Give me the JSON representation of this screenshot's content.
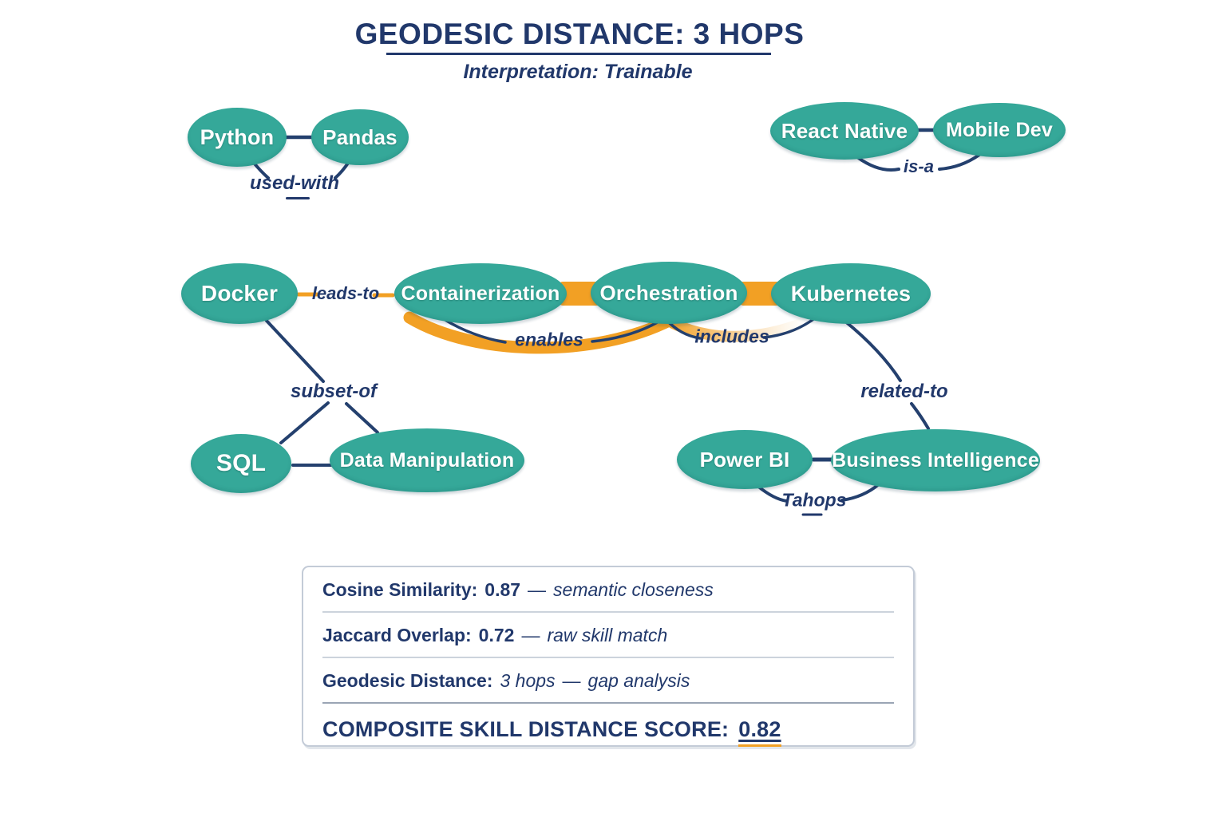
{
  "header": {
    "title": "GEODESIC DISTANCE: 3 HOPS",
    "subtitle": "Interpretation: Trainable"
  },
  "graph": {
    "nodes": [
      {
        "id": "python",
        "label": "Python"
      },
      {
        "id": "pandas",
        "label": "Pandas"
      },
      {
        "id": "react-native",
        "label": "React Native"
      },
      {
        "id": "mobile-dev",
        "label": "Mobile Dev"
      },
      {
        "id": "docker",
        "label": "Docker"
      },
      {
        "id": "containerization",
        "label": "Containerization"
      },
      {
        "id": "orchestration",
        "label": "Orchestration"
      },
      {
        "id": "kubernetes",
        "label": "Kubernetes"
      },
      {
        "id": "sql",
        "label": "SQL"
      },
      {
        "id": "data-manipulation",
        "label": "Data Manipulation"
      },
      {
        "id": "power-bi",
        "label": "Power BI"
      },
      {
        "id": "business-intelligence",
        "label": "Business Intelligence"
      }
    ],
    "edge_labels": [
      {
        "id": "used-with",
        "label": "used-with"
      },
      {
        "id": "is-a",
        "label": "is-a"
      },
      {
        "id": "leads-to",
        "label": "leads-to"
      },
      {
        "id": "enables",
        "label": "enables"
      },
      {
        "id": "includes",
        "label": "includes"
      },
      {
        "id": "subset-of",
        "label": "subset-of"
      },
      {
        "id": "related-to",
        "label": "related-to"
      },
      {
        "id": "tahops",
        "label": "Tahops"
      }
    ],
    "relations": [
      {
        "from": "Python",
        "to": "Pandas",
        "label": "used-with"
      },
      {
        "from": "React Native",
        "to": "Mobile Dev",
        "label": "is-a"
      },
      {
        "from": "Docker",
        "to": "Containerization",
        "label": "leads-to"
      },
      {
        "from": "Containerization",
        "to": "Orchestration",
        "label": "enables"
      },
      {
        "from": "Orchestration",
        "to": "Kubernetes",
        "label": "includes"
      },
      {
        "from": "Docker",
        "to": "SQL",
        "label": "subset-of"
      },
      {
        "from": "Docker",
        "to": "Data Manipulation",
        "label": "subset-of"
      },
      {
        "from": "SQL",
        "to": "Data Manipulation",
        "label": ""
      },
      {
        "from": "Kubernetes",
        "to": "Business Intelligence",
        "label": "related-to"
      },
      {
        "from": "Power BI",
        "to": "Business Intelligence",
        "label": "Tahops"
      }
    ]
  },
  "metrics": {
    "rows": [
      {
        "label": "Cosine Similarity:",
        "value": "0.87",
        "sep": "—",
        "desc": "semantic closeness"
      },
      {
        "label": "Jaccard Overlap:",
        "value": "0.72",
        "sep": "—",
        "desc": "raw skill match"
      },
      {
        "label": "Geodesic Distance:",
        "value": "3 hops",
        "sep": "—",
        "desc": "gap analysis"
      }
    ],
    "composite": {
      "label": "COMPOSITE SKILL DISTANCE SCORE:",
      "value": "0.82"
    }
  },
  "colors": {
    "teal": "#35a899",
    "navy": "#21386b",
    "orange": "#f2a024"
  }
}
